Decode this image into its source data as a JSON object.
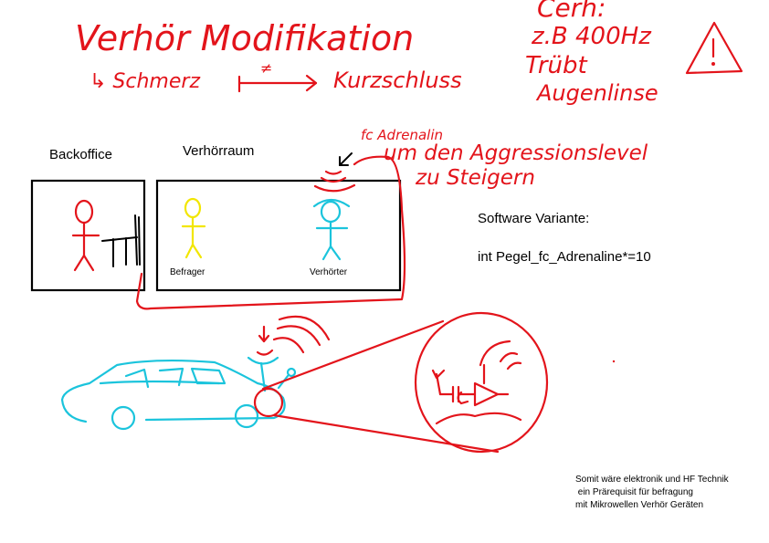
{
  "handwriting": {
    "title": "Verhör Modifikation",
    "subtitle_left": "↳ Schmerz",
    "subtitle_arrow_mark": "≠",
    "subtitle_right": "Kurzschluss",
    "top_right_1": "Cerh:",
    "top_right_2": "z.B 400Hz",
    "top_right_3": "Trübt",
    "top_right_4": "Augenlinse",
    "annotation_1": "fc Adrenalin",
    "annotation_2": "um den Aggressionslevel",
    "annotation_3": "zu Steigern"
  },
  "rooms": {
    "backoffice": "Backoffice",
    "interrogation_room": "Verhörraum",
    "interrogator": "Befrager",
    "interrogated": "Verhörter"
  },
  "software": {
    "heading": "Software Variante:",
    "code": "int Pegel_fc_Adrenaline*=10"
  },
  "note": {
    "line1": "Somit wäre elektronik und HF Technik",
    "line2": " ein Prärequisit für befragung",
    "line3": "mit Mikrowellen Verhör Geräten"
  },
  "colors": {
    "ink_red": "#e3141b",
    "ink_cyan": "#1bc4dc",
    "ink_yellow": "#f2e600",
    "ink_black": "#000000"
  }
}
